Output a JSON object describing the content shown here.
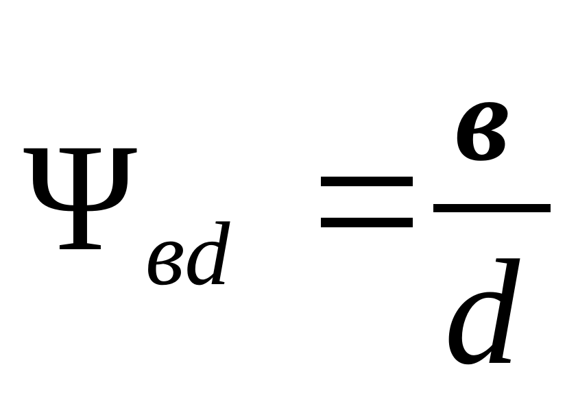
{
  "formula": {
    "lhs_symbol": "Ψ",
    "lhs_subscript": "вd",
    "numerator": "в",
    "denominator": "d"
  }
}
